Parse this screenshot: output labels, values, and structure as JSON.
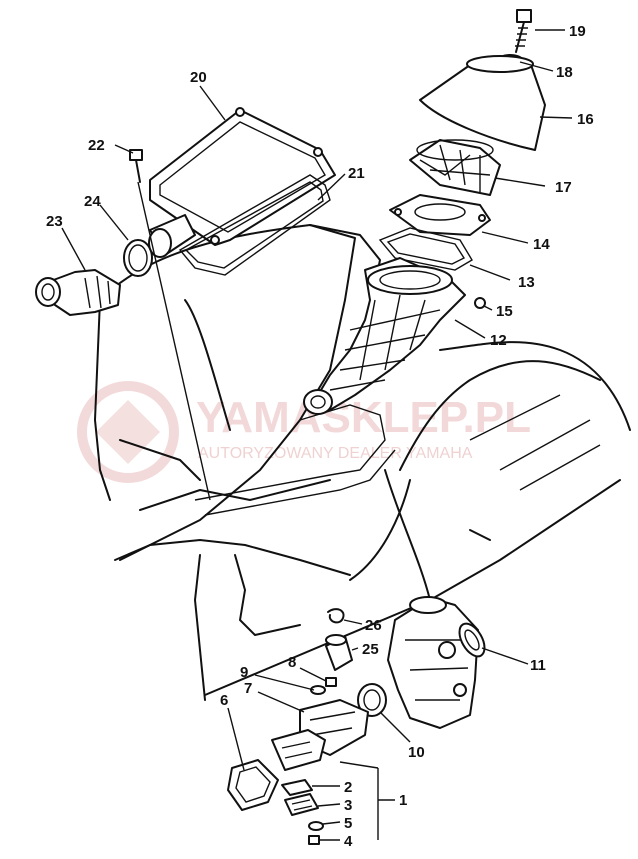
{
  "diagram": {
    "watermark": {
      "brand": "YAMASKLEP.PL",
      "tagline": "AUTORYZOWANY DEALER YAMAHA"
    },
    "callouts": [
      "1",
      "2",
      "3",
      "4",
      "5",
      "6",
      "7",
      "8",
      "9",
      "10",
      "11",
      "12",
      "13",
      "14",
      "15",
      "16",
      "17",
      "18",
      "19",
      "20",
      "21",
      "22",
      "23",
      "24",
      "25",
      "26"
    ]
  }
}
